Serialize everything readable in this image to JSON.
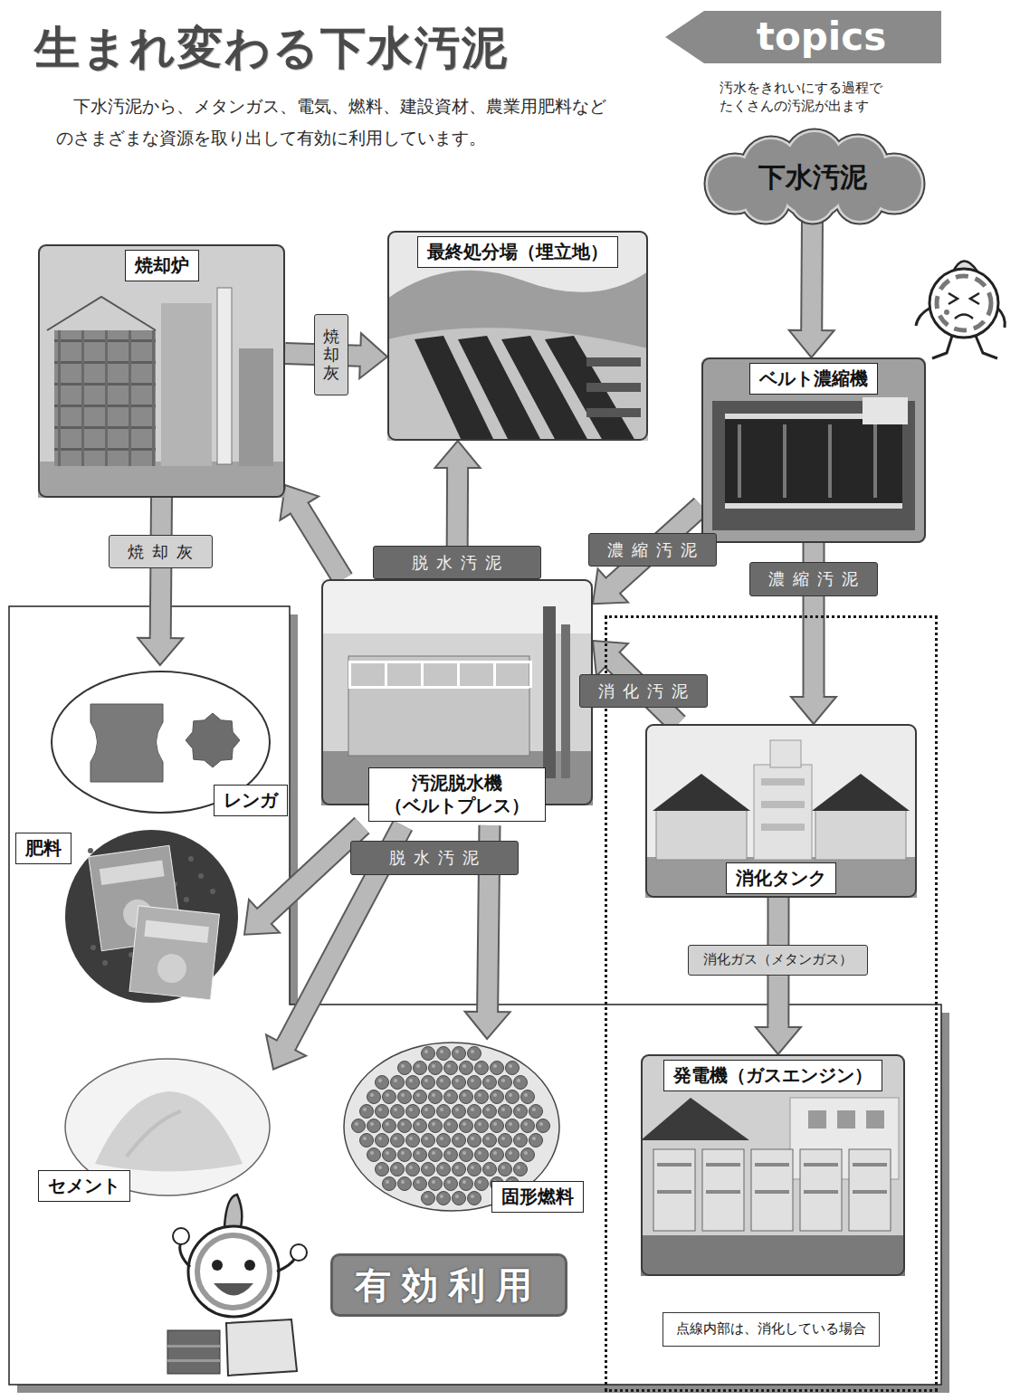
{
  "diagram": {
    "title": "生まれ変わる下水汚泥",
    "nodes": [
      {
        "text": [
          "下水汚泥"
        ]
      },
      {
        "text": [
          "焼却炉"
        ]
      },
      {
        "text": [
          "最終処分場（埋立地）"
        ]
      },
      {
        "text": [
          "ベルト濃縮機"
        ]
      },
      {
        "text": [
          "汚泥脱水機 （ベルトプレス）"
        ]
      },
      {
        "text": [
          "点線内部は、消化している場合"
        ]
      },
      {
        "text": [
          "消化タンク"
        ],
        "in": 5
      },
      {
        "text": [
          "発電機（ガスエンジン）"
        ],
        "in": 5
      },
      {
        "text": [
          "有効利用"
        ]
      },
      {
        "text": [
          "レンガ"
        ],
        "in": 8
      },
      {
        "text": [
          "肥料"
        ],
        "in": 8
      },
      {
        "text": [
          "セメント"
        ],
        "in": 8
      },
      {
        "text": [
          "固形燃料"
        ],
        "in": 8
      }
    ],
    "edges": [
      {
        "from": 0,
        "to": 3,
        "arrow": "to"
      },
      {
        "from": 3,
        "to": 4,
        "label": "濃縮汚泥",
        "arrow": "to"
      },
      {
        "from": 3,
        "to": 6,
        "label": "濃縮汚泥",
        "arrow": "to"
      },
      {
        "from": 6,
        "to": 4,
        "label": "消化汚泥",
        "arrow": "to"
      },
      {
        "from": 4,
        "to": 1,
        "arrow": "to"
      },
      {
        "from": 4,
        "to": 2,
        "label": "脱水汚泥",
        "arrow": "to"
      },
      {
        "from": 1,
        "to": 2,
        "label": "焼却灰",
        "arrow": "to"
      },
      {
        "from": 1,
        "to": 9,
        "label": "焼却灰",
        "arrow": "to"
      },
      {
        "from": 4,
        "to": 10,
        "label": "脱水汚泥",
        "arrow": "to"
      },
      {
        "from": 4,
        "to": 11,
        "arrow": "to"
      },
      {
        "from": 4,
        "to": 12,
        "arrow": "to"
      },
      {
        "from": 6,
        "to": 7,
        "label": "消化ガス（メタンガス）",
        "arrow": "to"
      }
    ],
    "labels": [
      "下水汚泥から、メタンガス、電気、燃料、建設資材、農業用肥料など のさまざまな資源を取り出して有効に利用しています。",
      "topics",
      "汚水をきれいにする過程で たくさんの汚泥が出ます"
    ]
  }
}
